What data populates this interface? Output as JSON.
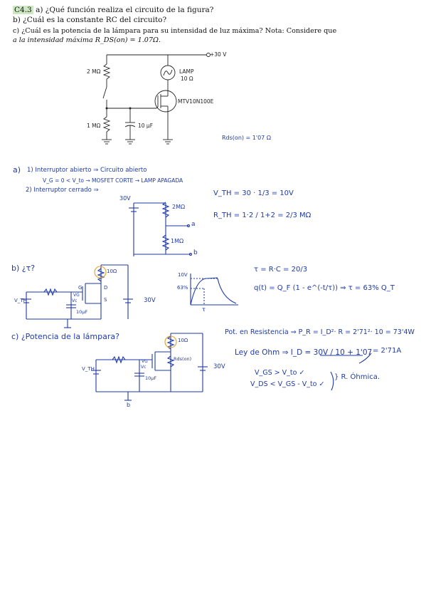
{
  "problem": {
    "id": "C4.3",
    "line_a": "a) ¿Qué función realiza el circuito de la figura?",
    "line_b": "b) ¿Cuál es la constante RC del circuito?",
    "line_c1": "c) ¿Cuál es la potencia de la lámpara para su intensidad de luz máxima? Nota: Considere que",
    "line_c2": "a la intensidad máxima R_DS(on) = 1.07Ω."
  },
  "circuit": {
    "v_supply": "+30 V",
    "r1": "2 MΩ",
    "r2": "1 MΩ",
    "lamp": "LAMP",
    "lamp_r": "10 Ω",
    "mosfet": "MTV10N100E",
    "cap": "10 µF",
    "rds_note": "Rds(on) = 1'07 Ω"
  },
  "answer_a": {
    "heading": "a)",
    "item1": "1) Interruptor abierto ⇒ Circuito abierto",
    "item1_sub": "V_G = 0 < V_to → MOSFET CORTE → LAMP APAGADA",
    "item2": "2) Interruptor cerrado ⇒",
    "v30": "30V",
    "r2m": "2MΩ",
    "r1m": "1MΩ",
    "node_a": "a",
    "node_b": "b",
    "vth_eq": "V_TH = 30 · 1/3 = 10V",
    "rth_eq": "R_TH = 1·2 / 1+2 = 2/3 MΩ"
  },
  "answer_b": {
    "heading": "b) ¿τ?",
    "tau_eq": "τ = R·C = 20/3",
    "q_eq": "q(t) = Q_F (1 - e^(-t/τ)) ⇒ τ = 63% Q_T",
    "graph_10v": "10V",
    "graph_63": "63%",
    "graph_tau": "τ",
    "lamp_r": "10Ω",
    "v30": "30V",
    "cap": "10µF",
    "pins": [
      "G",
      "D",
      "S"
    ],
    "vth": "V_TH",
    "vc": "Vc",
    "vg": "VG"
  },
  "answer_c": {
    "heading": "c) ¿Potencia de la lámpara?",
    "lamp_r": "10Ω",
    "rds": "Rds(on)",
    "v30": "30V",
    "cap": "10µF",
    "vth": "V_TH",
    "vc": "Vc",
    "vg": "VG",
    "node_b": "b",
    "pot_eq": "Pot. en Resistencia ⇒ P_R = I_D²· R = 2'71²· 10 = 73'4W",
    "ohm_eq": "Ley de Ohm ⇒ I_D = 30V / 10 + 1'07",
    "ohm_result": "= 2'71A",
    "cond1": "V_GS > V_to ✓",
    "cond2": "V_DS < V_GS - V_to ✓",
    "region": "} R. Óhmica."
  }
}
